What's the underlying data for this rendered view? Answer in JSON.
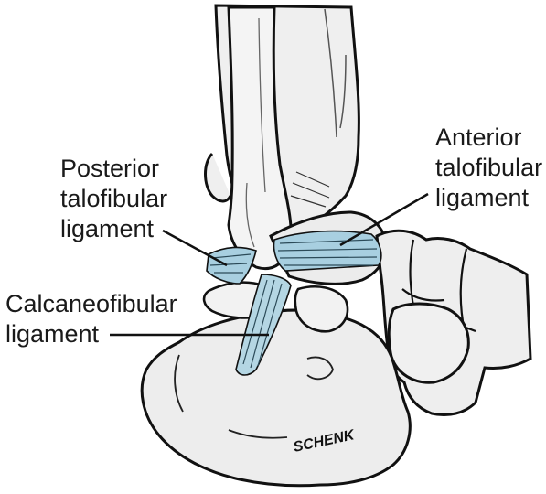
{
  "labels": {
    "posterior_talofibular": [
      "Posterior",
      "talofibular",
      "ligament"
    ],
    "anterior_talofibular": [
      "Anterior",
      "talofibular",
      "ligament"
    ],
    "calcaneofibular": [
      "Calcaneofibular",
      "ligament"
    ]
  },
  "signature": "SCHENK",
  "colors": {
    "bone_fill": "#efefef",
    "ink": "#111111",
    "ligament": "#a8cfe0"
  }
}
